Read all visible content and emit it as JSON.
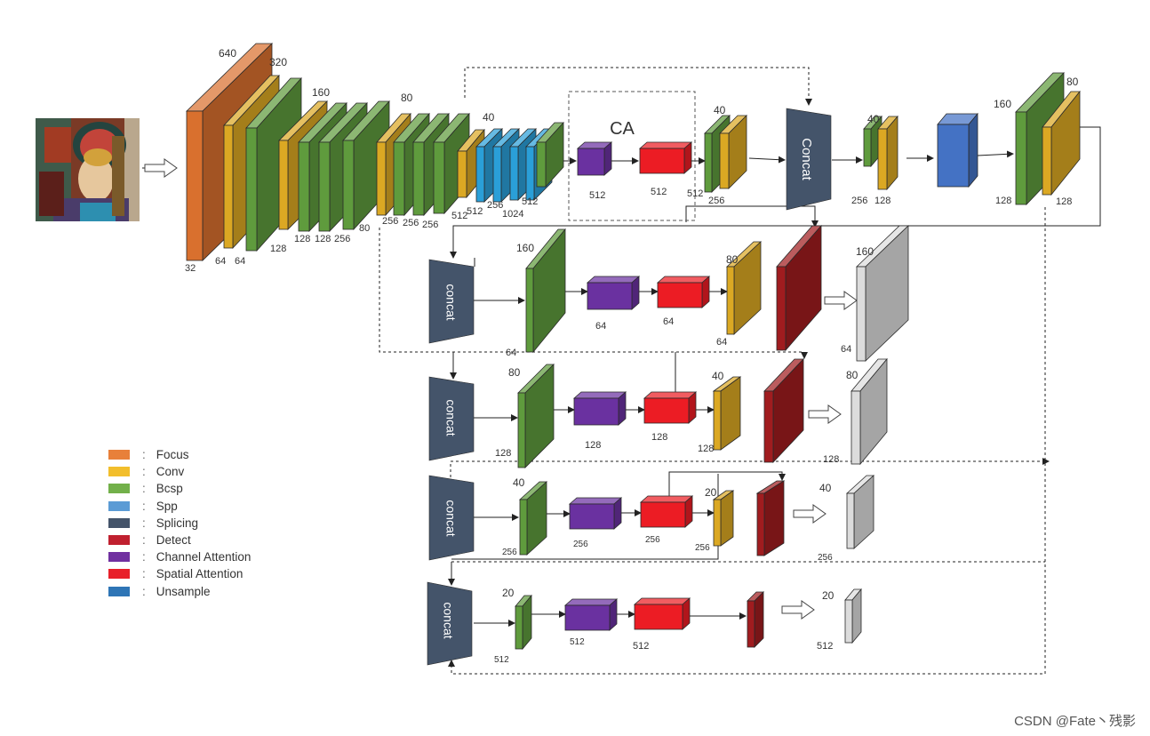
{
  "ca_label": "CA",
  "concat_labels": [
    "Concat",
    "concat",
    "concat",
    "concat",
    "concat"
  ],
  "dims": {
    "focus": [
      "640",
      "32"
    ],
    "stem": [
      "320",
      "64",
      "64",
      "160",
      "128",
      "128",
      "128",
      "256",
      "80",
      "256",
      "256",
      "256",
      "512"
    ],
    "spp": [
      "40",
      "512",
      "256",
      "1024",
      "512"
    ],
    "ca_top": [
      "512",
      "512"
    ],
    "neck_top": [
      "40",
      "512",
      "256",
      "40",
      "256",
      "128",
      "160",
      "80",
      "128",
      "128"
    ],
    "row1": [
      "160",
      "64",
      "64",
      "64",
      "80",
      "64",
      "160",
      "64"
    ],
    "row2": [
      "80",
      "128",
      "128",
      "128",
      "40",
      "128",
      "80",
      "128"
    ],
    "row3": [
      "40",
      "256",
      "256",
      "256",
      "20",
      "256",
      "40",
      "256"
    ],
    "row4": [
      "20",
      "512",
      "512",
      "512",
      "20",
      "512"
    ]
  },
  "colors": {
    "focus": "#d9702e",
    "conv": "#dba823",
    "bcsp": "#5f9b3d",
    "spp": "#2a9fd8",
    "splicing": "#44546a",
    "detect": "#a01c1f",
    "channel_attention": "#6a31a0",
    "spatial_attention": "#ec1c24",
    "unsample": "#4472c4",
    "output": "#dcdcdc"
  },
  "legend": [
    {
      "label": "Focus",
      "color": "#e8803a"
    },
    {
      "label": "Conv",
      "color": "#f2be2c"
    },
    {
      "label": "Bcsp",
      "color": "#72b04a"
    },
    {
      "label": "Spp",
      "color": "#5b9bd5"
    },
    {
      "label": "Splicing",
      "color": "#44546a"
    },
    {
      "label": "Detect",
      "color": "#c0202f"
    },
    {
      "label": "Channel Attention",
      "color": "#7030a0"
    },
    {
      "label": "Spatial Attention",
      "color": "#e8202a"
    },
    {
      "label": "Unsample",
      "color": "#2e75b6"
    }
  ],
  "watermark": "CSDN @Fate丶残影"
}
